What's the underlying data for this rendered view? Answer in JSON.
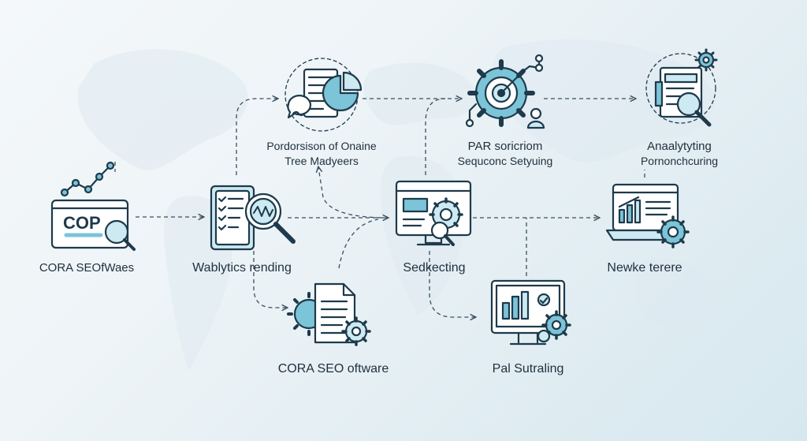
{
  "colors": {
    "stroke": "#1e3a4c",
    "accent": "#7cc4d8",
    "accent_light": "#cde9f1",
    "arrow": "#3a4f5e"
  },
  "nodes": [
    {
      "id": "cora-seofwaes",
      "icon": "browser-chart-magnifier-icon",
      "lines": [
        "CORA SEOfWaes"
      ],
      "screen_text": "COP"
    },
    {
      "id": "wablytics",
      "icon": "checklist-magnifier-icon",
      "lines": [
        "Wablytics rending"
      ]
    },
    {
      "id": "pordorsison",
      "icon": "report-chat-pie-icon",
      "lines": [
        "Pordorsison of Onaine",
        "Tree Madyeers"
      ]
    },
    {
      "id": "cora-seo-oftware",
      "icon": "document-gears-icon",
      "lines": [
        "CORA SEO oftware"
      ]
    },
    {
      "id": "sedkecting",
      "icon": "monitor-gear-magnifier-icon",
      "lines": [
        "Sedkecting"
      ]
    },
    {
      "id": "par-soricriom",
      "icon": "gear-target-network-icon",
      "lines": [
        "PAR soricriom",
        "Sequconc Setyuing"
      ]
    },
    {
      "id": "pal-sutraling",
      "icon": "monitor-chart-gears-icon",
      "lines": [
        "Pal Sutraling"
      ]
    },
    {
      "id": "analytyting",
      "icon": "document-magnifier-gear-icon",
      "lines": [
        "Anaalytyting",
        "Pornonchcuring"
      ]
    },
    {
      "id": "newke-terere",
      "icon": "laptop-chart-gear-icon",
      "lines": [
        "Newke terere"
      ]
    }
  ]
}
